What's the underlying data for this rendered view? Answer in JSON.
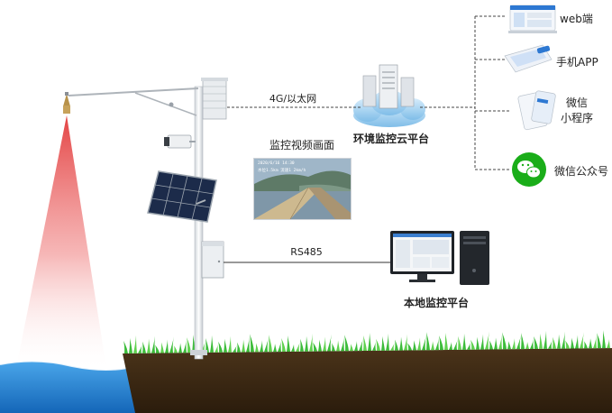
{
  "labels": {
    "network": "4G/以太网",
    "cloud_platform": "环境监控云平台",
    "video_title": "监控视频画面",
    "rs485": "RS485",
    "local_platform": "本地监控平台"
  },
  "video_overlay": {
    "line1": "2020/6/16 14:30",
    "line2": "水位1.5km 流速1 2km/h"
  },
  "endpoints": [
    {
      "icon": "web-dashboard-icon",
      "label": "web端"
    },
    {
      "icon": "phone-app-icon",
      "label": "手机APP"
    },
    {
      "icon": "mini-program-icon",
      "label": "微信\n小程序"
    },
    {
      "icon": "wechat-icon",
      "label": "微信公众号"
    }
  ],
  "colors": {
    "wechat_green": "#1aad19",
    "grass_green": "#3cbc3a",
    "water_blue": "#1f86d8",
    "beam_red": "#e23a3a",
    "soil_brown": "#3d2a14"
  }
}
